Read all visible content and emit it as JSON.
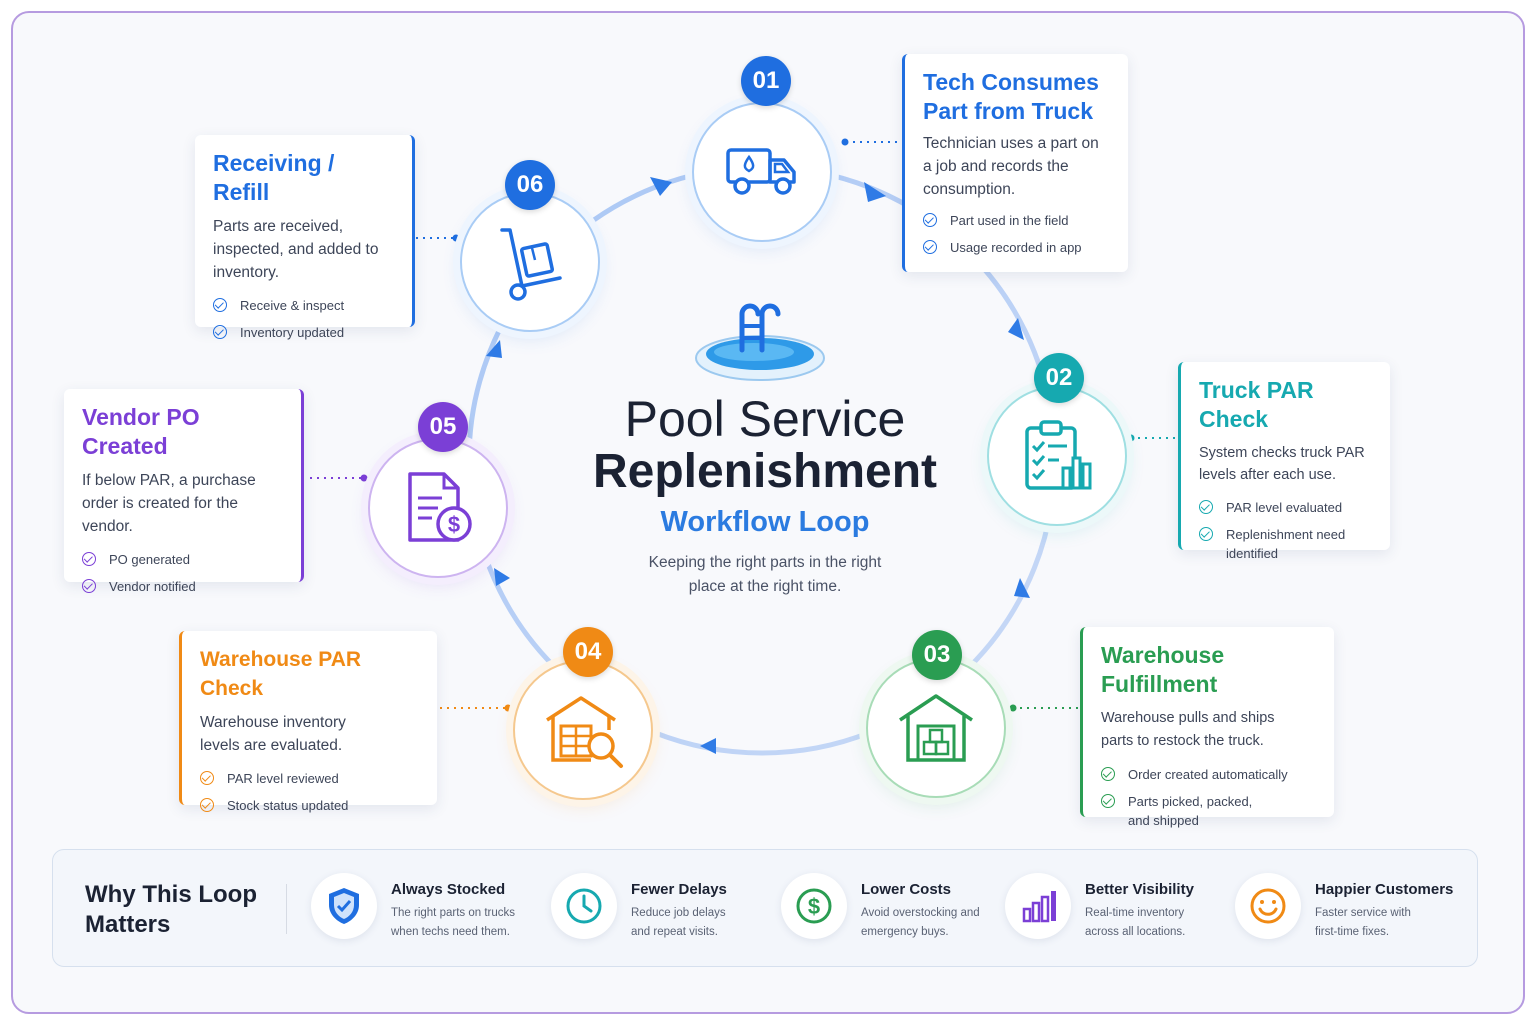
{
  "title": {
    "line1": "Pool Service",
    "line2": "Replenishment",
    "line3": "Workflow Loop",
    "subtitle": "Keeping the right parts in the right place at the right time."
  },
  "colors": {
    "blue": "#1f6ee0",
    "teal": "#16a9b0",
    "green": "#2a9d52",
    "orange": "#f08a15",
    "purple": "#7b3fd6",
    "frame": "#b69be0"
  },
  "steps": [
    {
      "num": "01",
      "title": "Tech Consumes Part from Truck",
      "desc": "Technician uses a part on a job and records the consumption.",
      "items": [
        "Part used in the field",
        "Usage recorded in app"
      ],
      "icon": "delivery-truck-icon",
      "color": "#1f6ee0"
    },
    {
      "num": "02",
      "title": "Truck PAR Check",
      "desc": "System checks truck PAR levels after each use.",
      "items": [
        "PAR level evaluated",
        "Replenishment need identified"
      ],
      "icon": "clipboard-chart-icon",
      "color": "#16a9b0"
    },
    {
      "num": "03",
      "title": "Warehouse Fulfillment",
      "desc": "Warehouse pulls and ships parts to restock the truck.",
      "items": [
        "Order created automatically",
        "Parts picked, packed, and shipped"
      ],
      "icon": "warehouse-icon",
      "color": "#2a9d52"
    },
    {
      "num": "04",
      "title": "Warehouse PAR Check",
      "desc": "Warehouse inventory levels are evaluated.",
      "items": [
        "PAR level reviewed",
        "Stock status updated"
      ],
      "icon": "warehouse-search-icon",
      "color": "#f08a15"
    },
    {
      "num": "05",
      "title": "Vendor PO Created",
      "desc": "If below PAR, a purchase order is created for the vendor.",
      "items": [
        "PO generated",
        "Vendor notified"
      ],
      "icon": "invoice-dollar-icon",
      "color": "#7b3fd6"
    },
    {
      "num": "06",
      "title": "Receiving / Refill",
      "desc": "Parts are received, inspected, and added to inventory.",
      "items": [
        "Receive & inspect",
        "Inventory updated"
      ],
      "icon": "hand-truck-icon",
      "color": "#1f6ee0"
    }
  ],
  "why": {
    "title": "Why This Loop Matters",
    "benefits": [
      {
        "title": "Always Stocked",
        "desc": "The right parts on trucks when techs need them.",
        "icon": "shield-check-icon",
        "color": "#1f6ee0"
      },
      {
        "title": "Fewer Delays",
        "desc": "Reduce job delays and repeat visits.",
        "icon": "clock-icon",
        "color": "#16a9b0"
      },
      {
        "title": "Lower Costs",
        "desc": "Avoid overstocking and emergency buys.",
        "icon": "dollar-circle-icon",
        "color": "#2a9d52"
      },
      {
        "title": "Better Visibility",
        "desc": "Real-time inventory across all locations.",
        "icon": "bar-chart-icon",
        "color": "#7b3fd6"
      },
      {
        "title": "Happier Customers",
        "desc": "Faster service with first-time fixes.",
        "icon": "smiley-icon",
        "color": "#f08a15"
      }
    ]
  }
}
